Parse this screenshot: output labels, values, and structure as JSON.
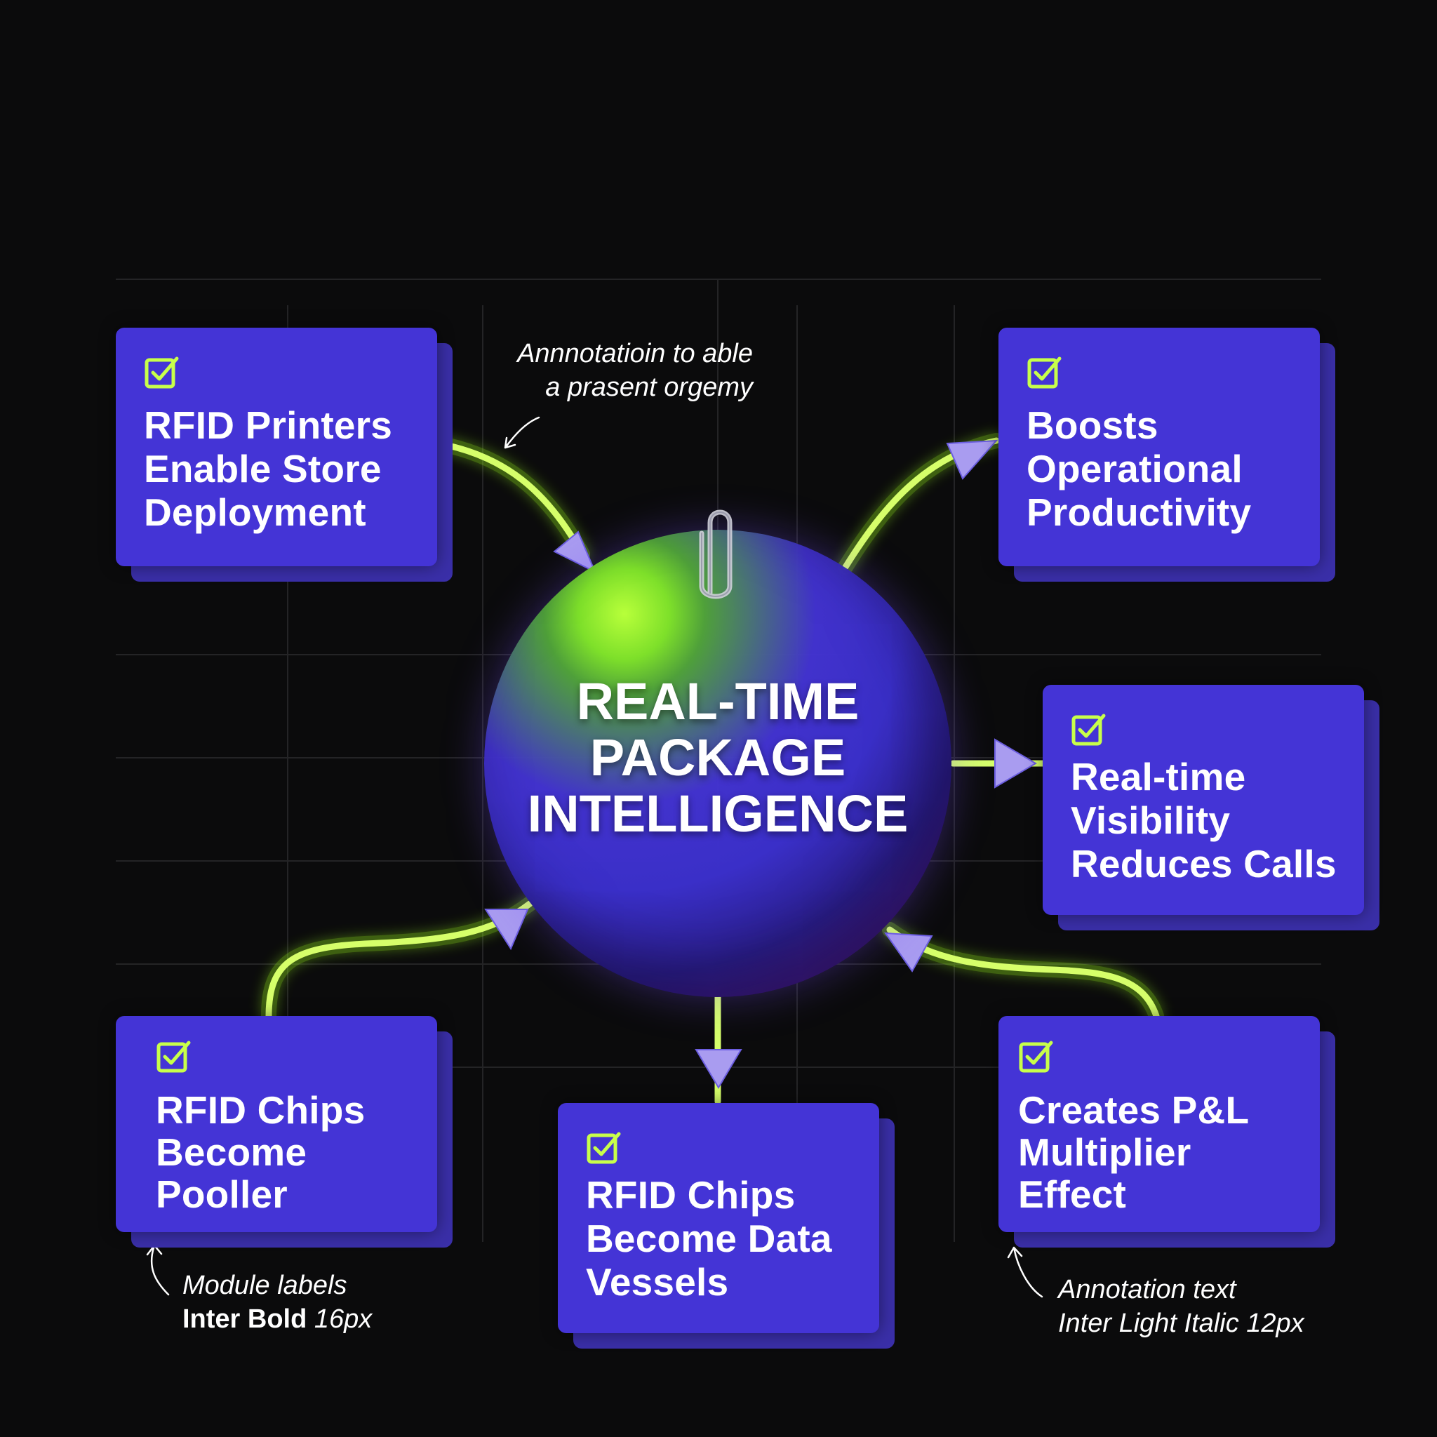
{
  "hub": {
    "title_lines": [
      "REAL-TIME",
      "PACKAGE",
      "INTELLIGENCE"
    ]
  },
  "modules": [
    {
      "id": "rfid-printers",
      "lines": [
        "RFID Printers",
        "Enable Store",
        "Deployment"
      ]
    },
    {
      "id": "boosts-productivity",
      "lines": [
        "Boosts",
        "Operational",
        "Productivity"
      ]
    },
    {
      "id": "real-time-visibility",
      "lines": [
        "Real-time",
        "Visibility",
        "Reduces Calls"
      ]
    },
    {
      "id": "rfid-chips-pooller",
      "lines": [
        "RFID Chips",
        "Become",
        "Pooller"
      ]
    },
    {
      "id": "rfid-chips-data-vessels",
      "lines": [
        "RFID Chips",
        "Become Data",
        "Vessels"
      ]
    },
    {
      "id": "pl-multiplier",
      "lines": [
        "Creates P&L",
        "Multiplier",
        "Effect"
      ]
    }
  ],
  "annotations": {
    "top": {
      "line1": "Annnotatioin to able",
      "line2": "a prasent orgemy"
    },
    "bottom_left": {
      "line1": "Module labels",
      "line2_bold": "Inter Bold",
      "line2_rest": " 16px"
    },
    "bottom_right": {
      "line1": "Annotation text",
      "line2": "Inter Light Italic 12px"
    }
  },
  "icons": {
    "module_icon": "checkbox-check-icon",
    "hub_icon": "paperclip-icon",
    "arrow_icon": "triangle-arrow-icon"
  },
  "colors": {
    "background": "#0b0b0c",
    "card": "#4434d6",
    "card_shadow": "#3a2fa8",
    "connector": "#c8ff4a",
    "connector_glow": "#9dff1a",
    "check": "#c8ff4a",
    "arrowhead": "#a99cf0"
  }
}
